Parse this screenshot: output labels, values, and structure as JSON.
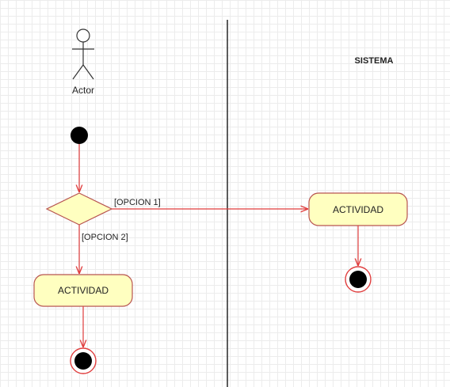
{
  "diagram": {
    "actor_label": "Actor",
    "lane_title": "SISTEMA",
    "decision_guard_right": "[OPCION 1]",
    "decision_guard_down": "[OPCION 2]",
    "activity_left": "ACTIVIDAD",
    "activity_right": "ACTIVIDAD"
  },
  "colors": {
    "activity_fill": "#ffffc0",
    "activity_stroke": "#b85450",
    "flow_stroke": "#e03c3c",
    "node_fill": "#000000",
    "lane_divider": "#333333"
  }
}
